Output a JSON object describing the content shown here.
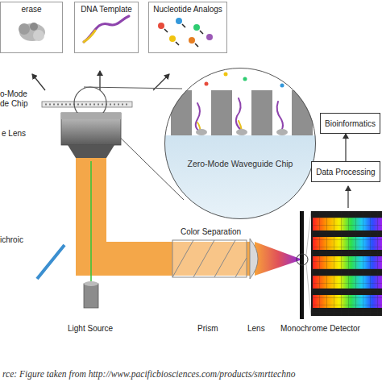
{
  "diagram": {
    "caption": "rce: Figure taken from http://www.pacificbiosciences.com/products/smrttechno",
    "nodes": [
      {
        "text": [
          "erase"
        ]
      },
      {
        "text": [
          "DNA Template"
        ]
      },
      {
        "text": [
          "Nucleotide Analogs"
        ]
      },
      {
        "text": [
          "Zero-Mode Waveguide Chip"
        ]
      },
      {
        "text": [
          "Bioinformatics"
        ]
      },
      {
        "text": [
          "Data Processing"
        ]
      }
    ],
    "edges": [
      {
        "from": 5,
        "to": 4,
        "arrow": "to"
      }
    ],
    "labels": [
      "o-Mode de Chip",
      "e Lens",
      "ichroic",
      "Color Separation",
      "Light Source",
      "Prism",
      "Lens",
      "Monochrome Detector"
    ]
  }
}
